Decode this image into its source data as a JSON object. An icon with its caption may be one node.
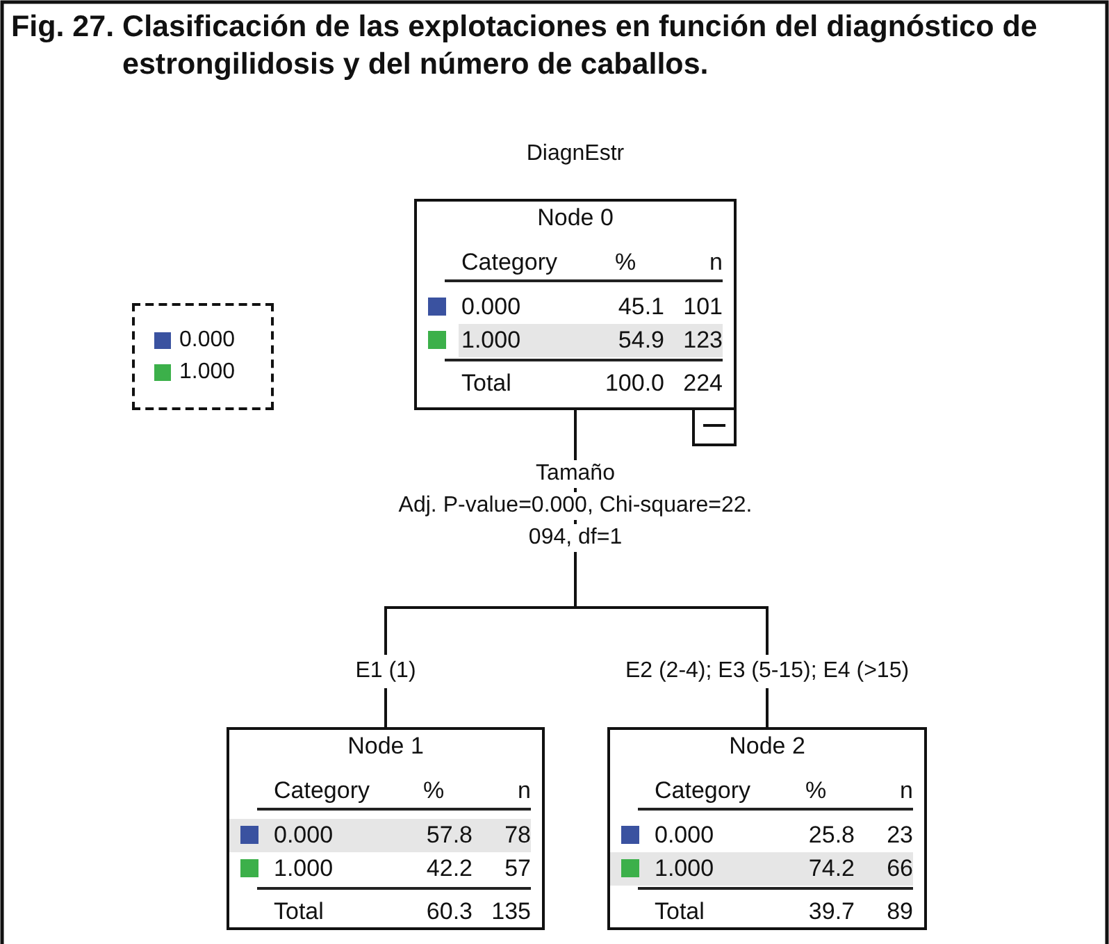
{
  "diagram": {
    "title": "Fig. 27. Clasificación de las explotaciones en función del diagnóstico de estrongilidosis y del número de caballos.",
    "nodes": [
      {
        "text": [
          "Node 0",
          "Category",
          "%",
          "n",
          "0.000",
          "45.1",
          "101",
          "1.000",
          "54.9",
          "123",
          "Total",
          "100.0",
          "224"
        ]
      },
      {
        "text": [
          "Node 1",
          "Category",
          "%",
          "n",
          "0.000",
          "57.8",
          "78",
          "1.000",
          "42.2",
          "57",
          "Total",
          "60.3",
          "135"
        ]
      },
      {
        "text": [
          "Node 2",
          "Category",
          "%",
          "n",
          "0.000",
          "25.8",
          "23",
          "1.000",
          "74.2",
          "66",
          "Total",
          "39.7",
          "89"
        ]
      }
    ],
    "edges": [
      {
        "from": 0,
        "to": 1,
        "arrow": "none",
        "label": "E1 (1)"
      },
      {
        "from": 0,
        "to": 2,
        "arrow": "none",
        "label": "E2 (2-4); E3 (5-15); E4 (>15)"
      }
    ],
    "labels": [
      "DiagnEstr",
      "Tamaño",
      "Adj. P-value=0.000, Chi-square=22.",
      "094, df=1"
    ],
    "legend": [
      {
        "text": "0.000",
        "color": "#3a52a0"
      },
      {
        "text": "1.000",
        "color": "#3cb04a"
      }
    ]
  }
}
